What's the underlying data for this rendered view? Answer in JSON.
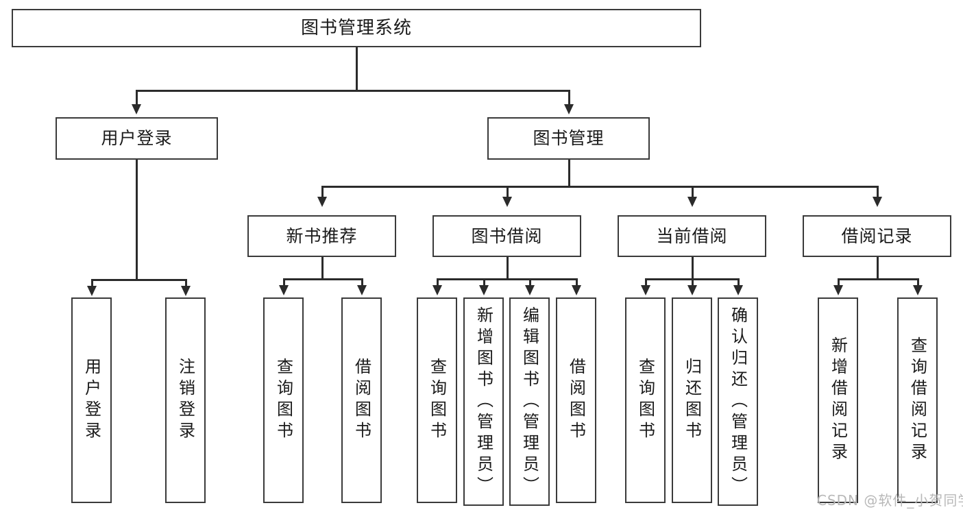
{
  "diagram": {
    "type": "tree-hierarchy-chart",
    "title": "图书管理系统",
    "root": {
      "label": "图书管理系统",
      "children": [
        {
          "label": "用户登录",
          "children": [
            {
              "label": "用户登录"
            },
            {
              "label": "注销登录"
            }
          ]
        },
        {
          "label": "图书管理",
          "children": [
            {
              "label": "新书推荐",
              "children": [
                {
                  "label": "查询图书"
                },
                {
                  "label": "借阅图书"
                }
              ]
            },
            {
              "label": "图书借阅",
              "children": [
                {
                  "label": "查询图书"
                },
                {
                  "label": "新增图书（管理员）"
                },
                {
                  "label": "编辑图书（管理员）"
                },
                {
                  "label": "借阅图书"
                }
              ]
            },
            {
              "label": "当前借阅",
              "children": [
                {
                  "label": "查询图书"
                },
                {
                  "label": "归还图书"
                },
                {
                  "label": "确认归还（管理员）"
                }
              ]
            },
            {
              "label": "借阅记录",
              "children": [
                {
                  "label": "新增借阅记录"
                },
                {
                  "label": "查询借阅记录"
                }
              ]
            }
          ]
        }
      ]
    }
  },
  "nodes": {
    "root": "图书管理系统",
    "l2_user_login": "用户登录",
    "l2_book_manage": "图书管理",
    "l3_new_book_rec": "新书推荐",
    "l3_book_borrow": "图书借阅",
    "l3_current_borrow": "当前借阅",
    "l3_borrow_record": "借阅记录",
    "leaf_user_login": "用户登录",
    "leaf_logout": "注销登录",
    "leaf_query_book_1": "查询图书",
    "leaf_borrow_book_1": "借阅图书",
    "leaf_query_book_2": "查询图书",
    "leaf_add_book_admin": "新增图书（管理员）",
    "leaf_edit_book_admin": "编辑图书（管理员）",
    "leaf_borrow_book_2": "借阅图书",
    "leaf_query_book_3": "查询图书",
    "leaf_return_book": "归还图书",
    "leaf_confirm_return_admin": "确认归还（管理员）",
    "leaf_add_record": "新增借阅记录",
    "leaf_query_record": "查询借阅记录"
  },
  "watermark": {
    "text": "CSDN @软件_小贺同学"
  },
  "colors": {
    "stroke": "#2b2b2b",
    "box_border": "#3a3a3a",
    "background": "#ffffff",
    "text": "#1a1a1a",
    "watermark": "#b8b8b8"
  }
}
